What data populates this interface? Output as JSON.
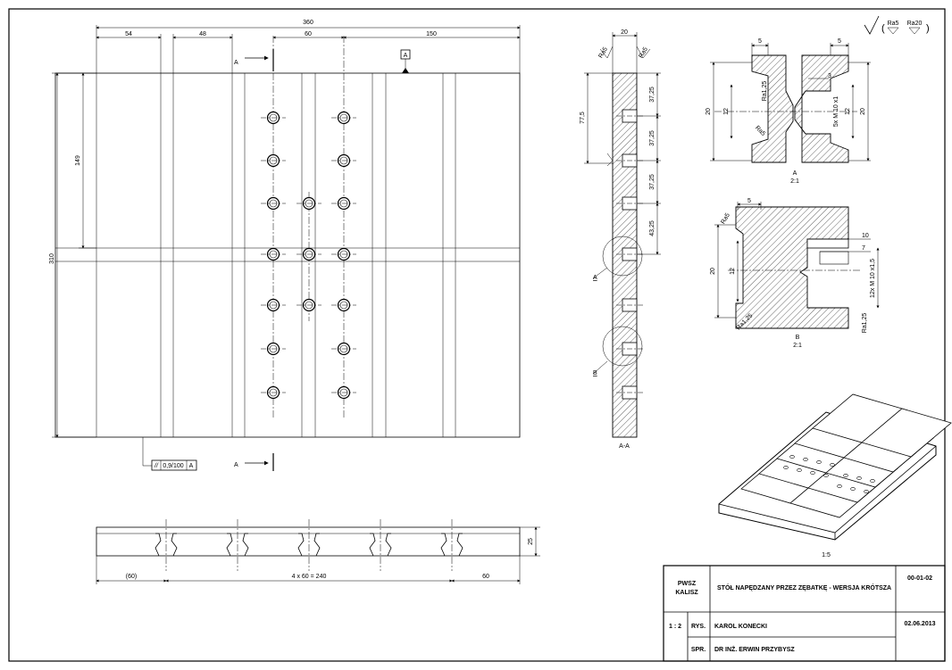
{
  "main_view": {
    "dims_top": {
      "overall": "360",
      "d54": "54",
      "d48": "48",
      "d60": "60",
      "d150": "150"
    },
    "dims_left": {
      "overall": "310",
      "d149": "149"
    },
    "section_marker": "A",
    "datum": "A",
    "tolerance": {
      "value": "0,9/100",
      "datum": "A"
    }
  },
  "bottom_view": {
    "d_left": "(60)",
    "d_middle": "4 x 60 = 240",
    "d_right": "60",
    "d_height": "25"
  },
  "section_aa": {
    "label": "A-A",
    "width": "20",
    "d775": "77,5",
    "d3725": "37,25",
    "d4325": "43,25",
    "ra": "Ra5",
    "detail_a": "A",
    "detail_b": "B"
  },
  "detail_a": {
    "label": "A",
    "scale": "2:1",
    "d5": "5",
    "d3": "3",
    "d20": "20",
    "d12": "12",
    "thread": "5x M 10 x1",
    "ra1": "Ra1,25",
    "ra2": "Ra5"
  },
  "detail_b": {
    "label": "B",
    "scale": "2:1",
    "d5": "5",
    "d10": "10",
    "d7": "7",
    "d20": "20",
    "d12": "12",
    "thread": "12x M 10 x1,5",
    "ra1": "Ra5",
    "ra2": "Ra1,25",
    "ra3": "Ra1,25"
  },
  "surface_symbol": {
    "main": "Ra5",
    "secondary": "Ra20"
  },
  "iso_view": {
    "scale": "1:5"
  },
  "title_block": {
    "school": "PWSZ\nKALISZ",
    "school_l1": "PWSZ",
    "school_l2": "KALISZ",
    "title": "STÓŁ NAPĘDZANY PRZEZ ZĘBATKĘ - WERSJA KRÓTSZA",
    "number": "00-01-02",
    "scale": "1 : 2",
    "drawn_label": "RYS.",
    "drawn_by": "KAROL KONECKI",
    "date": "02.06.2013",
    "checked_label": "SPR.",
    "checked_by": "DR INŻ. ERWIN PRZYBYSZ"
  }
}
